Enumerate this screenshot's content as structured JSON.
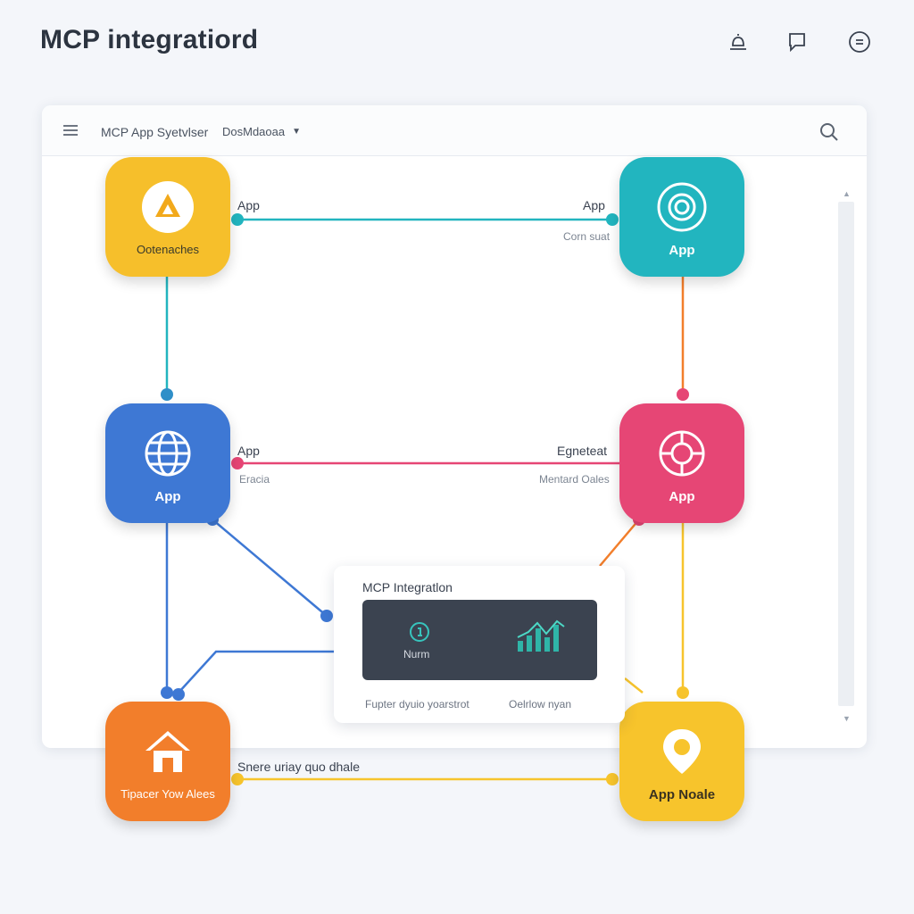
{
  "header": {
    "title": "MCP integratiord"
  },
  "toolbar": {
    "title": "MCP App Syetvlser",
    "select_value": "DosMdaoaa"
  },
  "nodes": {
    "top_left": {
      "label": "Ootenaches"
    },
    "top_right": {
      "label": "App"
    },
    "mid_left": {
      "label": "App"
    },
    "mid_right": {
      "label": "App"
    },
    "bottom_left": {
      "label": "Tipacer Yow Alees"
    },
    "bottom_right": {
      "label": "App Noale"
    }
  },
  "edges": {
    "top_left_label": "App",
    "top_right_label": "App",
    "top_right_sub": "Corn suat",
    "mid_left_label": "App",
    "mid_left_sub": "Eracia",
    "mid_right_label": "Egneteat",
    "mid_right_sub": "Mentard Oales",
    "bottom_label": "Snere uriay quo dhale"
  },
  "card": {
    "title": "MCP Integratlon",
    "panel_label": "Nurm",
    "foot_left": "Fupter dyuio yoarstrot",
    "foot_right": "Oelrlow nyan"
  },
  "colors": {
    "yellow": "#f6bf2b",
    "teal": "#22b5bf",
    "blue": "#3e78d4",
    "pink": "#e64675",
    "orange": "#f27e2b",
    "gold": "#f7c42c"
  }
}
